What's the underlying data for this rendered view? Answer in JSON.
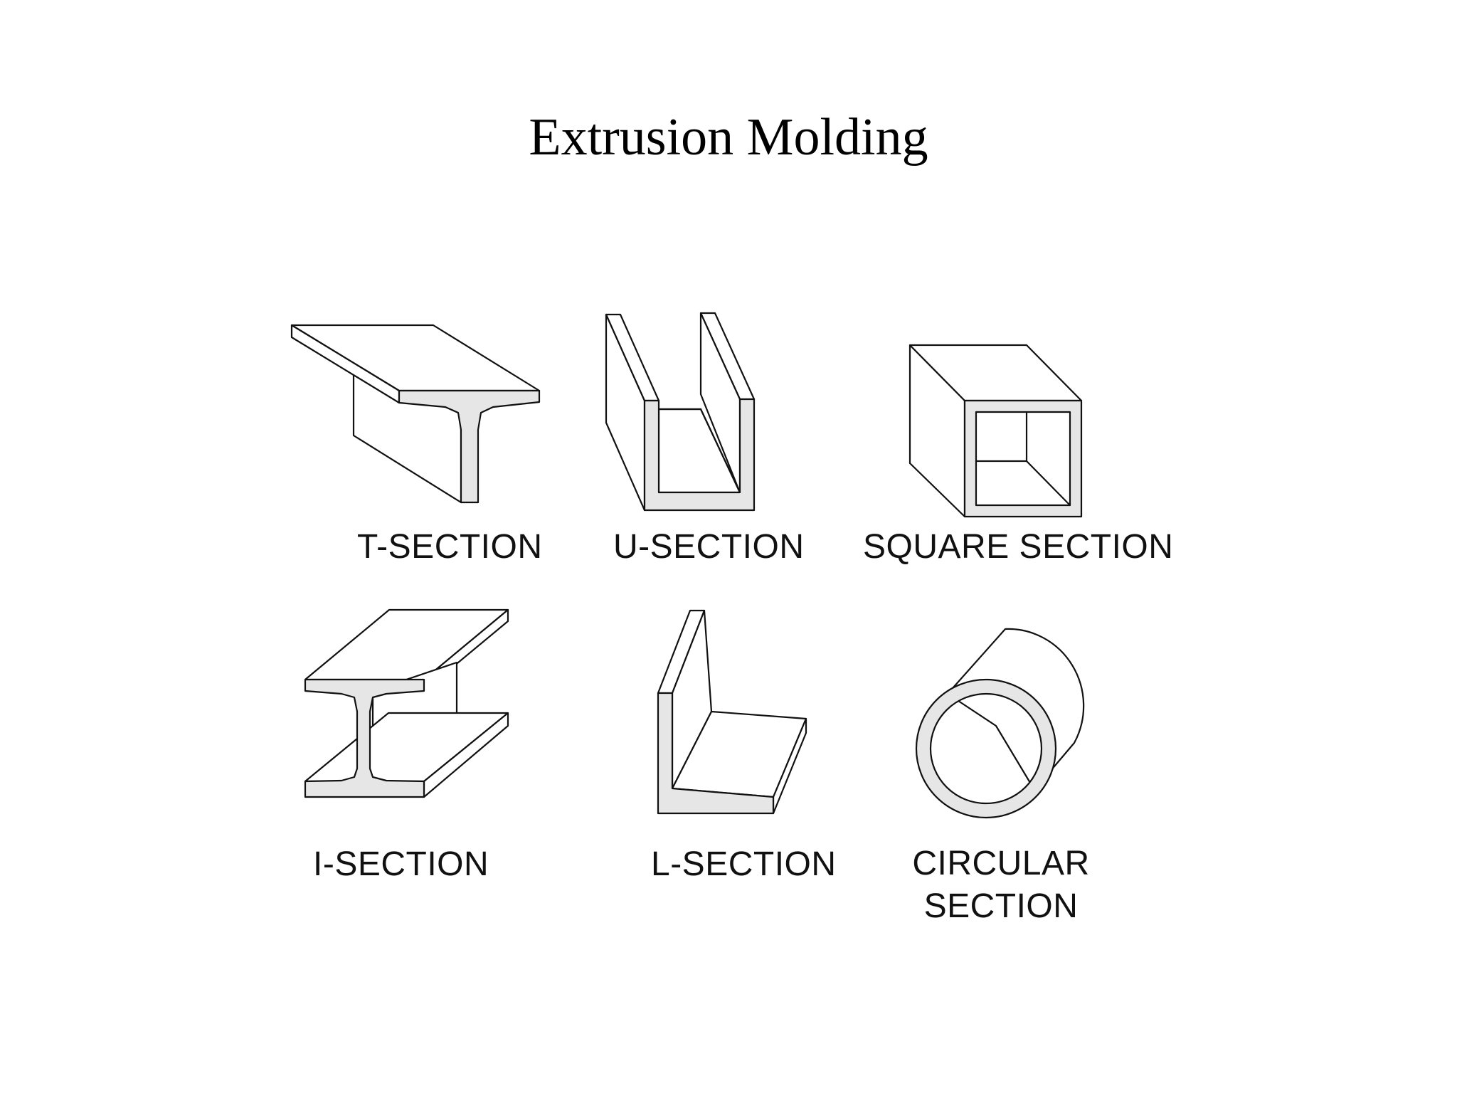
{
  "title": "Extrusion Molding",
  "sections": {
    "t": {
      "label": "T-SECTION"
    },
    "u": {
      "label": "U-SECTION"
    },
    "square": {
      "label": "SQUARE SECTION"
    },
    "i": {
      "label": "I-SECTION"
    },
    "l": {
      "label": "L-SECTION"
    },
    "circular": {
      "label_lines": [
        "CIRCULAR",
        "SECTION"
      ]
    }
  },
  "colors": {
    "background": "#ffffff",
    "line": "#111111",
    "cross_section_fill": "#e6e6e6"
  }
}
